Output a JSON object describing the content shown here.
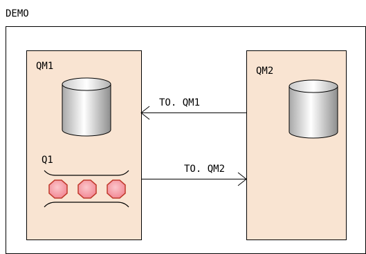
{
  "diagram": {
    "cluster_label": "DEMO",
    "queue_manager_left": {
      "label": "QM1",
      "queue_label": "Q1"
    },
    "queue_manager_right": {
      "label": "QM2"
    },
    "channel_to_qm1": "TO. QM1",
    "channel_to_qm2": "TO. QM2",
    "message_count": 3
  },
  "colors": {
    "box_fill": "#f9e4d2",
    "stroke": "#000000",
    "message_fill": "#f6a4ad",
    "message_stroke": "#c0392b",
    "cylinder_light": "#ffffff",
    "cylinder_dark": "#9a9a9a"
  }
}
